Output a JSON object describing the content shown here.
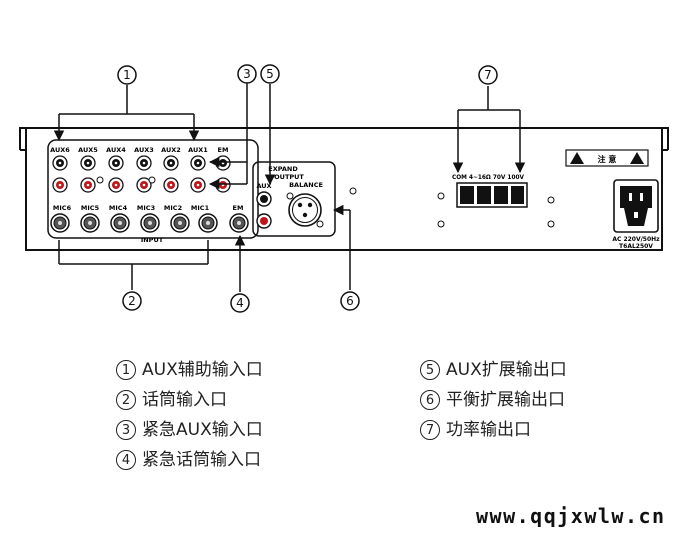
{
  "callouts": [
    "1",
    "2",
    "3",
    "4",
    "5",
    "6",
    "7"
  ],
  "panel": {
    "aux_labels": [
      "AUX6",
      "AUX5",
      "AUX4",
      "AUX3",
      "AUX2",
      "AUX1",
      "EM"
    ],
    "mic_labels": [
      "MIC6",
      "MIC5",
      "MIC4",
      "MIC3",
      "MIC2",
      "MIC1",
      "EM"
    ],
    "input_label": "INPUT",
    "expand_label": "EXPAND",
    "output_label": "OUTPUT",
    "balance_label": "BALANCE",
    "aux_out_label": "AUX",
    "terminal_label": "COM 4~16Ω 70V   100V",
    "power_label_1": "AC 220V/50Hz",
    "power_label_2": "T6AL250V",
    "warning_text": "注 意"
  },
  "legend": [
    {
      "num": "1",
      "text": "AUX辅助输入口"
    },
    {
      "num": "2",
      "text": "话筒输入口"
    },
    {
      "num": "3",
      "text": "紧急AUX输入口"
    },
    {
      "num": "4",
      "text": "紧急话筒输入口"
    },
    {
      "num": "5",
      "text": "AUX扩展输出口"
    },
    {
      "num": "6",
      "text": "平衡扩展输出口"
    },
    {
      "num": "7",
      "text": "功率输出口"
    }
  ],
  "watermark": "www.qqjxwlw.cn",
  "colors": {
    "rca_red": "#c0141b",
    "line": "#111111"
  }
}
